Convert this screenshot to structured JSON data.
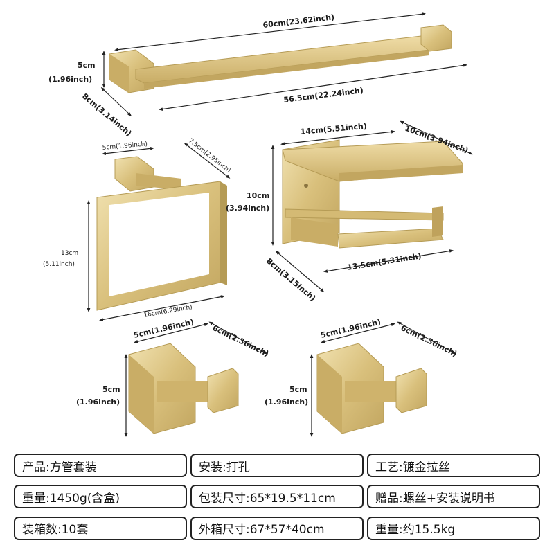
{
  "dimensions": {
    "towel_bar": {
      "length_outer": "60cm(23.62inch)",
      "length_inner": "56.5cm(22.24inch)",
      "height_cm": "5cm",
      "height_inch": "(1.96inch)",
      "depth": "8cm(3.14inch)"
    },
    "towel_ring": {
      "width_top": "5cm(1.96inch)",
      "depth": "7.5cm(2.95inch)",
      "height_cm": "13cm",
      "height_inch": "(5.11inch)",
      "width_bottom": "16cm(6.29inch)"
    },
    "paper_holder": {
      "width": "14cm(5.51inch)",
      "depth_top": "10cm(3.94inch)",
      "height_cm": "10cm",
      "height_inch": "(3.94inch)",
      "depth_bottom": "8cm(3.15inch)",
      "length": "13.5cm(5.31inch)"
    },
    "hook_left": {
      "width": "5cm(1.96inch)",
      "depth": "6cm(2.36inch)",
      "height_cm": "5cm",
      "height_inch": "(1.96inch)"
    },
    "hook_right": {
      "width": "5cm(1.96inch)",
      "depth": "6cm(2.36inch)",
      "height_cm": "5cm",
      "height_inch": "(1.96inch)"
    }
  },
  "specs": [
    {
      "text": "产品:方管套装"
    },
    {
      "text": "安装:打孔"
    },
    {
      "text": "工艺:镀金拉丝"
    },
    {
      "text": "重量:1450g(含盒)"
    },
    {
      "text": "包装尺寸:65*19.5*11cm"
    },
    {
      "text": "赠品:螺丝+安装说明书"
    },
    {
      "text": "装箱数:10套"
    },
    {
      "text": "外箱尺寸:67*57*40cm"
    },
    {
      "text": "重量:约15.5kg"
    }
  ],
  "colors": {
    "gold_light": "#ecd9a0",
    "gold_mid": "#d6bd76",
    "gold_dark": "#b59b55",
    "line": "#222222"
  }
}
